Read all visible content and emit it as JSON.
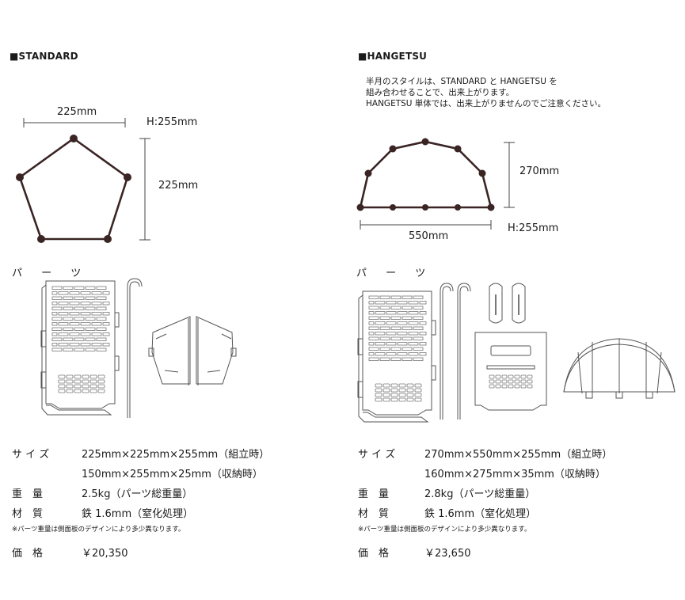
{
  "standard": {
    "title": "■STANDARD",
    "dims": {
      "width": "225mm",
      "height_tag": "H:255mm",
      "side": "225mm"
    },
    "parts_label": "パ ー ツ",
    "specs": [
      {
        "key": "サ イ ズ",
        "value": "225mm×225mm×255mm（組立時）"
      },
      {
        "key": "",
        "value": "150mm×255mm×25mm（収納時）"
      },
      {
        "key": "重　量",
        "value": "2.5kg（パーツ総重量）"
      },
      {
        "key": "材　質",
        "value": "鉄 1.6mm（窒化処理）"
      }
    ],
    "fine_note": "※パーツ重量は側面板のデザインにより多少異なります。",
    "price_key": "価　格",
    "price": "￥20,350"
  },
  "hangetsu": {
    "title": "■HANGETSU",
    "note": [
      "半月のスタイルは、STANDARD と HANGETSU を",
      "組み合わせることで、出来上がります。",
      "HANGETSU 単体では、出来上がりませんのでご注意ください。"
    ],
    "dims": {
      "height": "270mm",
      "width": "550mm",
      "height_tag": "H:255mm"
    },
    "parts_label": "パ ー ツ",
    "specs": [
      {
        "key": "サ イ ズ",
        "value": "270mm×550mm×255mm（組立時）"
      },
      {
        "key": "",
        "value": "160mm×275mm×35mm（収納時）"
      },
      {
        "key": "重　量",
        "value": "2.8kg（パーツ総重量）"
      },
      {
        "key": "材　質",
        "value": "鉄 1.6mm（窒化処理）"
      }
    ],
    "fine_note": "※パーツ重量は側面板のデザインにより多少異なります。",
    "price_key": "価　格",
    "price": "￥23,650"
  },
  "colors": {
    "frame": "#3a2424",
    "line": "#444444"
  },
  "icons": [
    "side-panel-icon",
    "hook-rod-icon",
    "folded-pentagon-icon",
    "stopper-icon",
    "half-dome-icon"
  ]
}
